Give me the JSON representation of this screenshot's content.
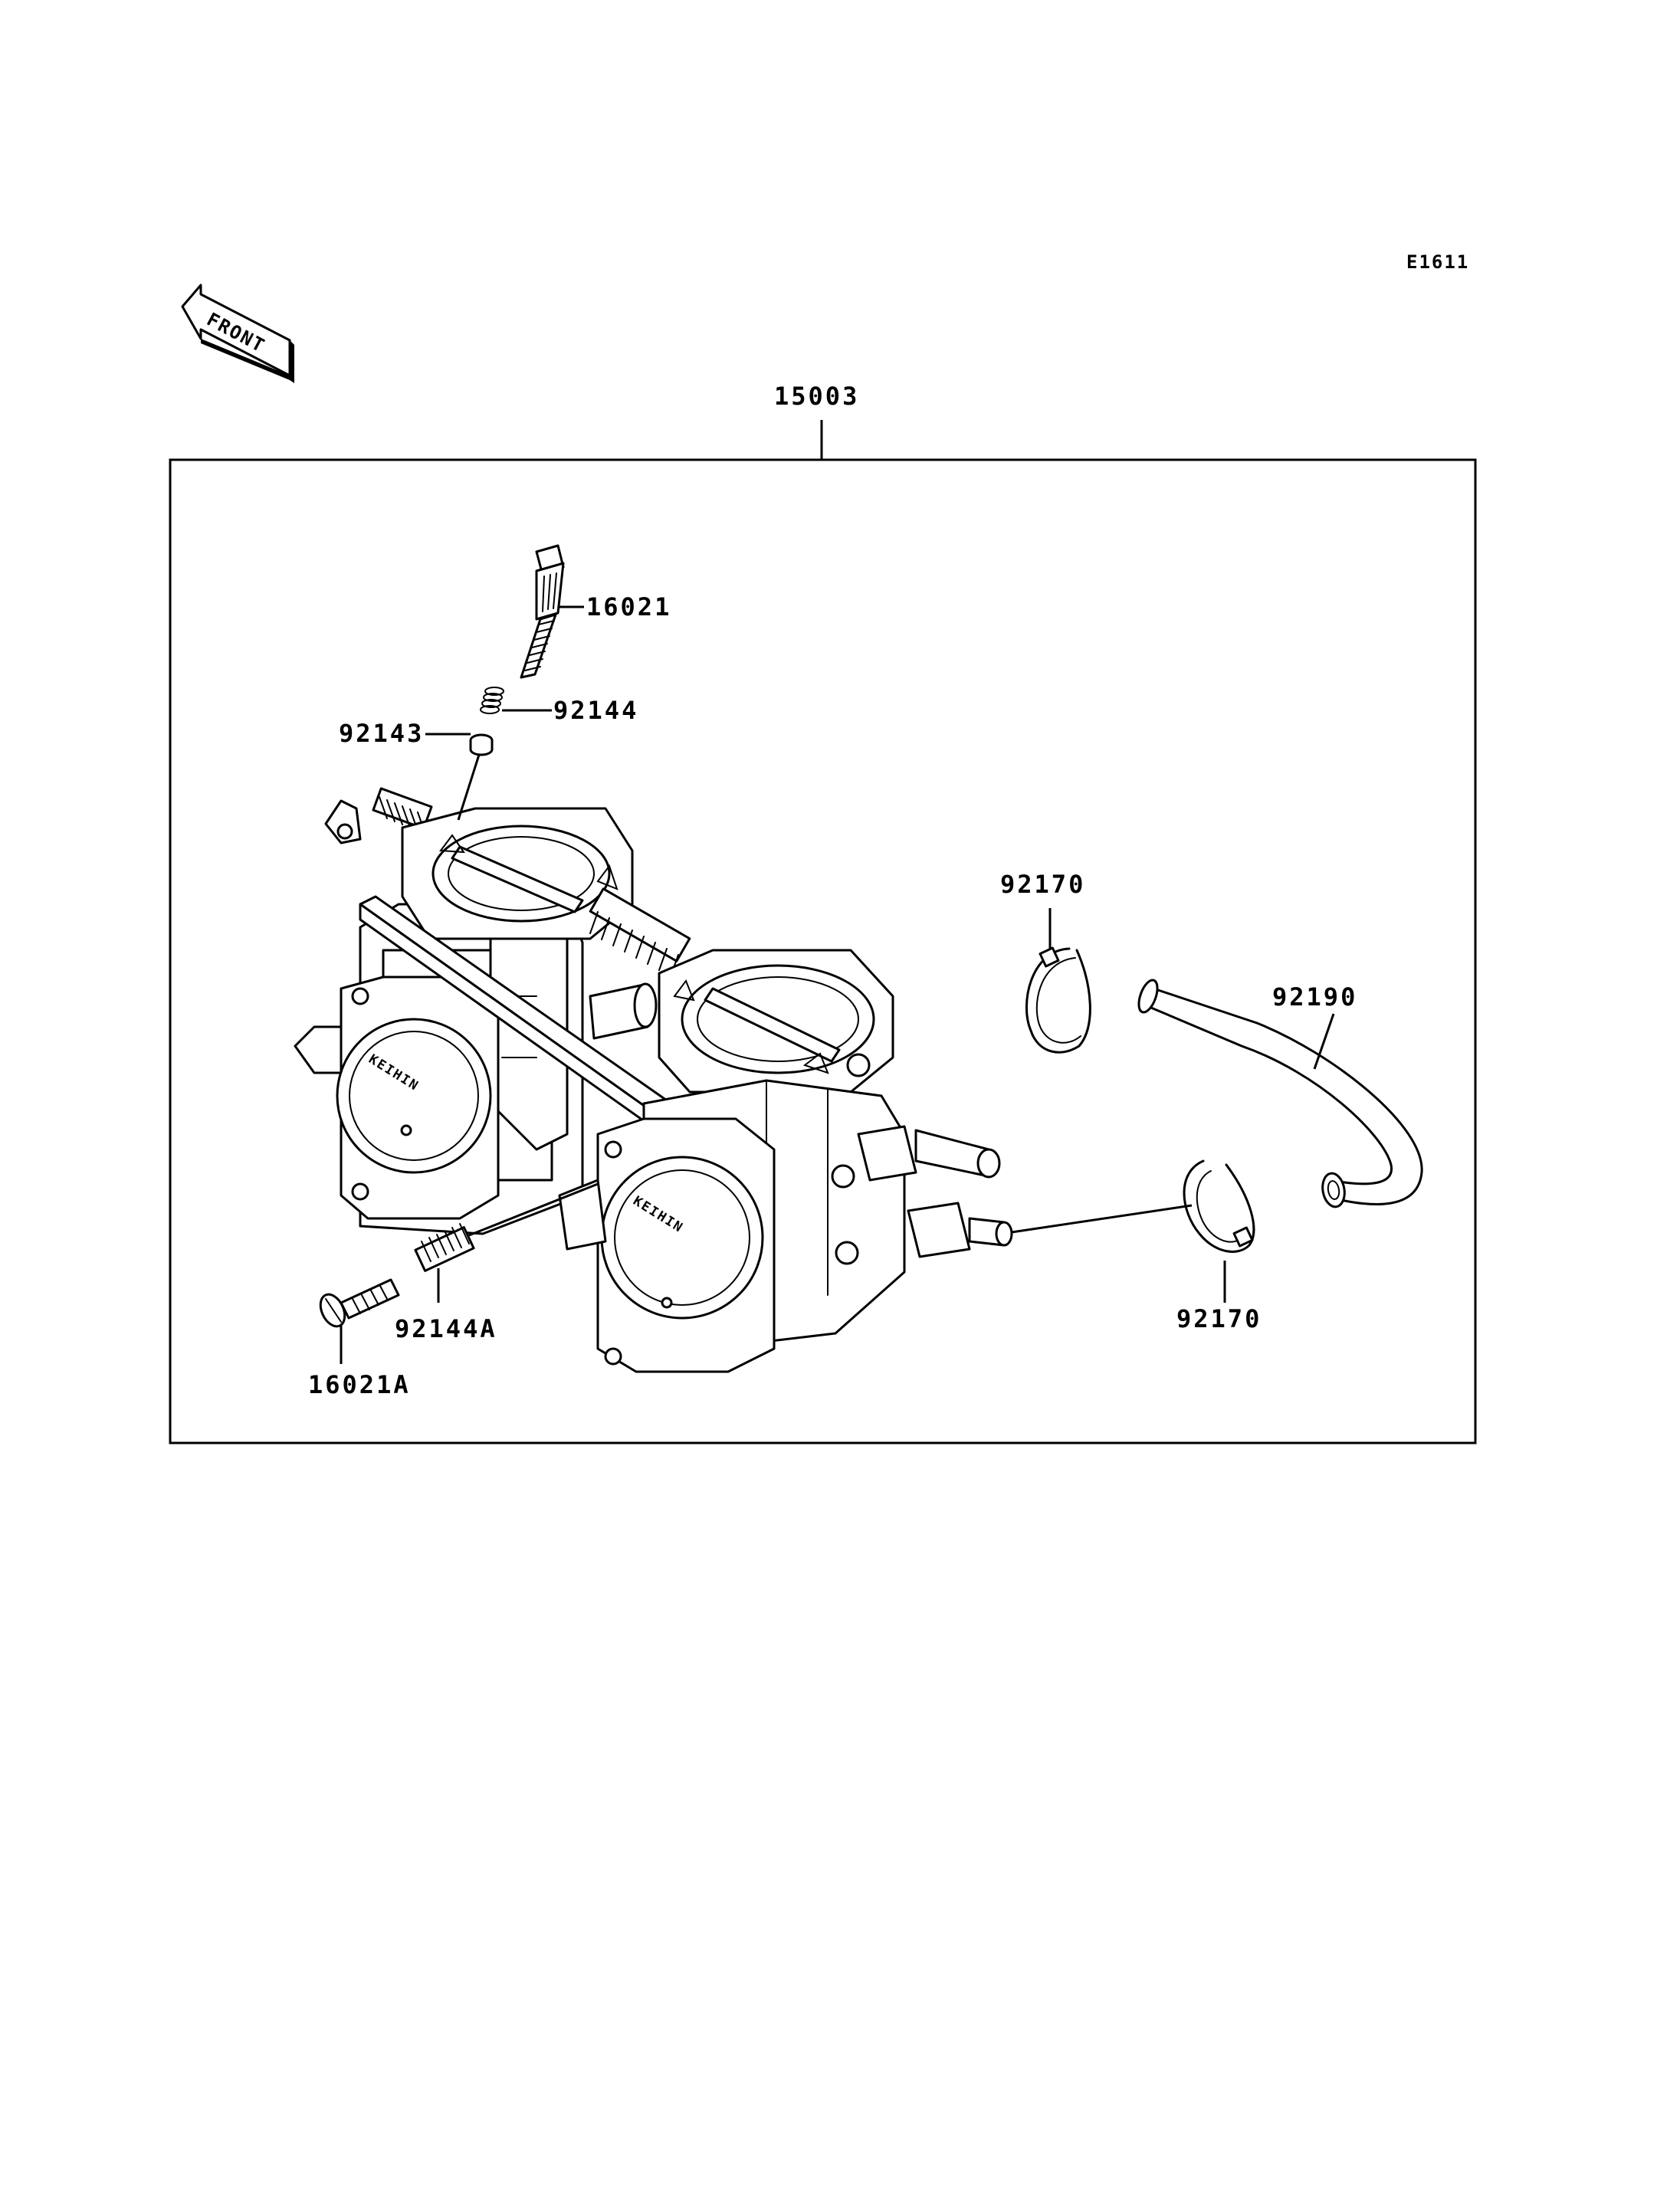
{
  "diagram_code": "E1611",
  "front_label": "FRONT",
  "brand_mark": "KEIHIN",
  "parts": {
    "assembly": "15003",
    "screw_top": "16021",
    "spring_top": "92144",
    "washer": "92143",
    "band_upper": "92170",
    "hose": "92190",
    "band_lower": "92170",
    "spring_bottom": "92144A",
    "screw_bottom": "16021A"
  }
}
